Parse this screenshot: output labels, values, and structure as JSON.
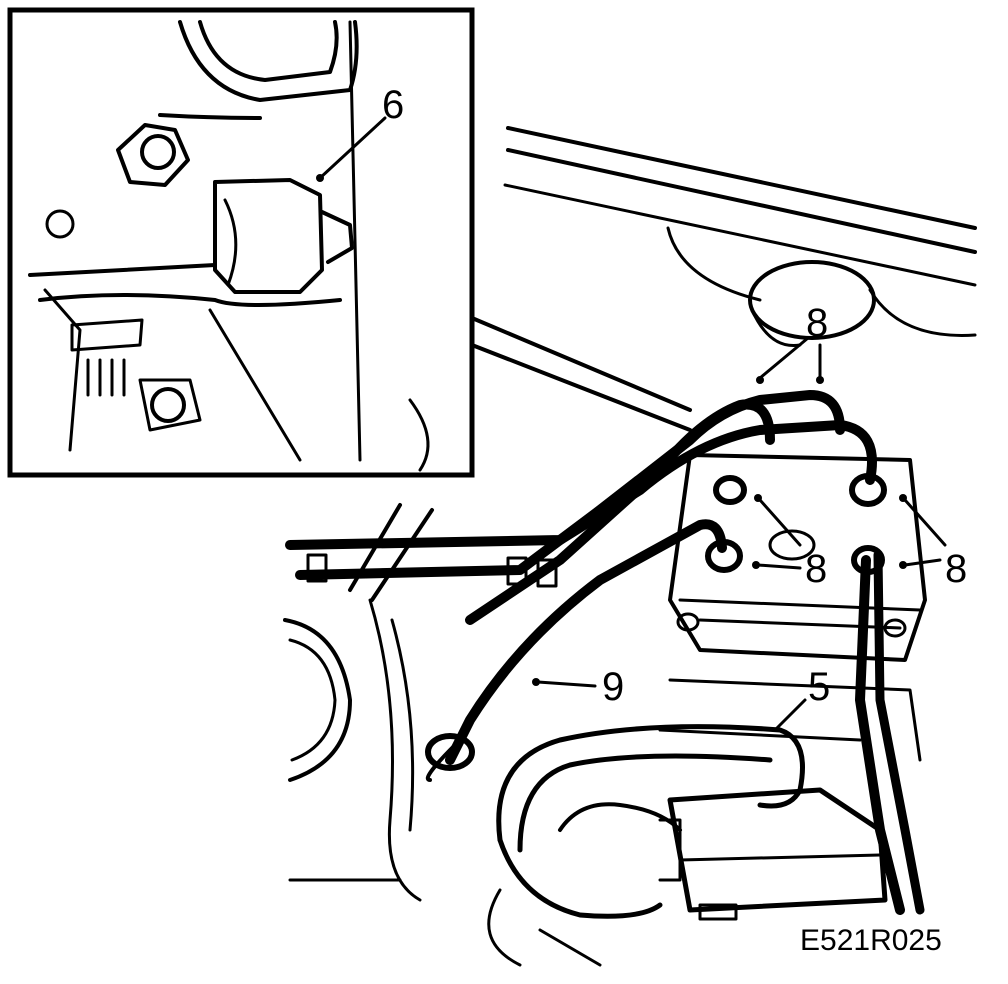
{
  "callouts": {
    "c5": "5",
    "c6": "6",
    "c8a": "8",
    "c8b": "8",
    "c8c": "8",
    "c9": "9"
  },
  "figure_code": "E521R025",
  "colors": {
    "line": "#000000",
    "background": "#ffffff"
  }
}
